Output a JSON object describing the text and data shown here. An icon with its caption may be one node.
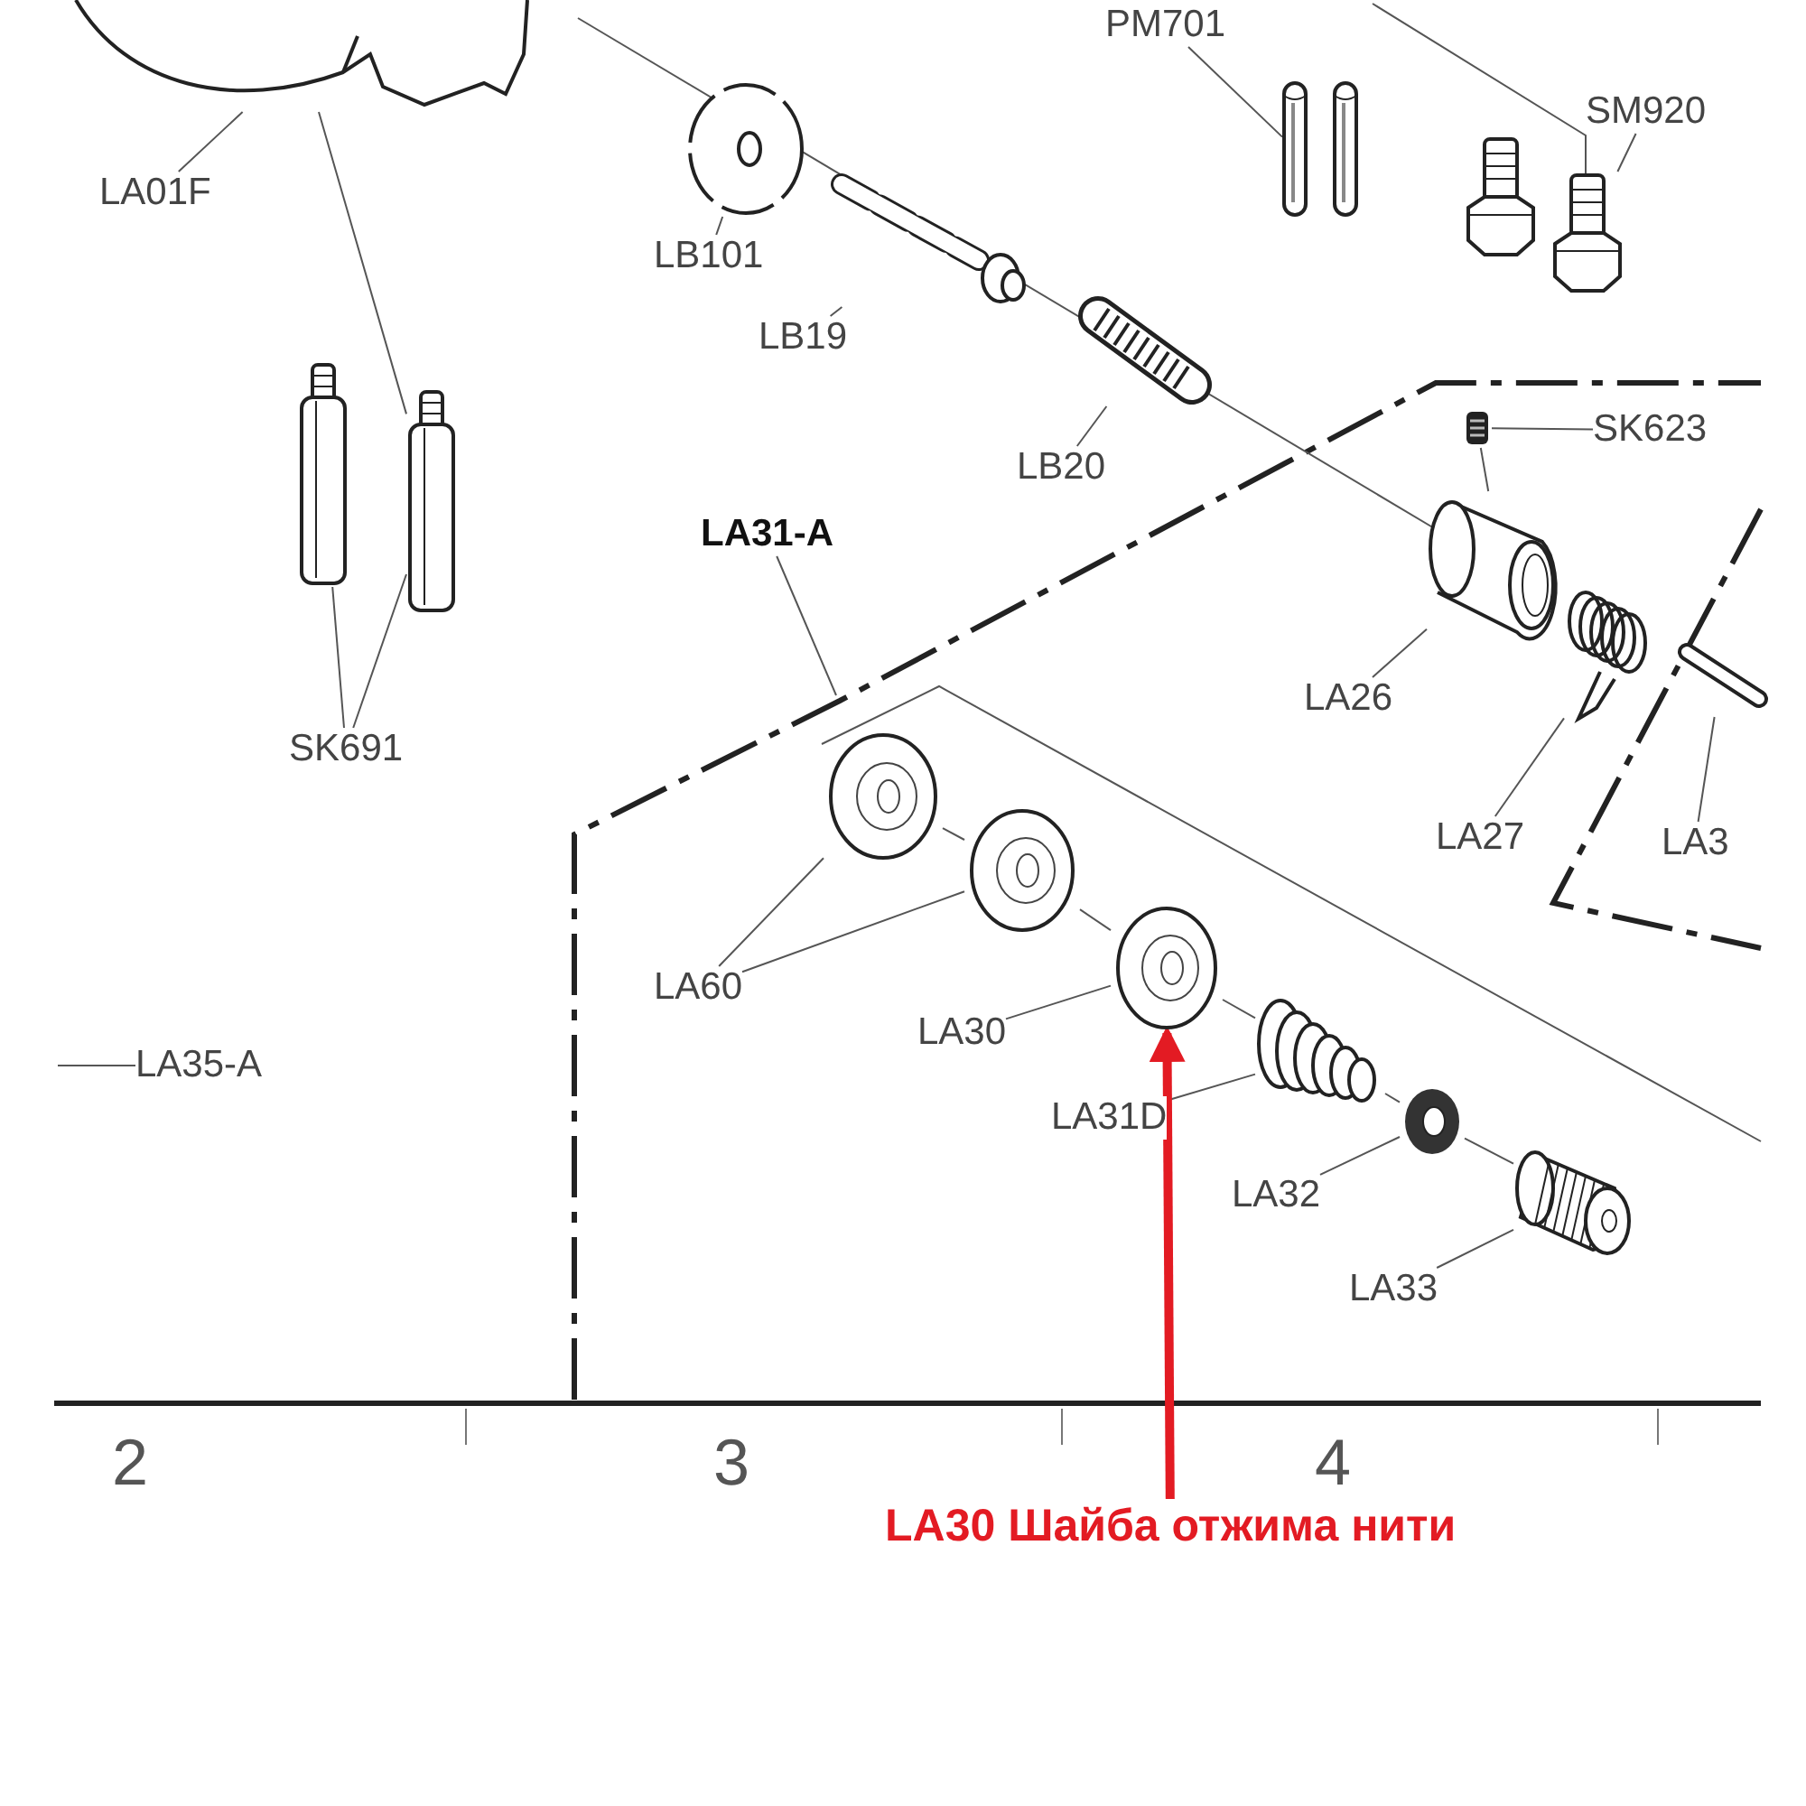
{
  "diagram": {
    "nodes": [
      {
        "text": [
          "LA01F"
        ]
      },
      {
        "text": [],
        "shape": "picture"
      },
      {
        "text": [
          "PM701"
        ]
      },
      {
        "text": [],
        "shape": "picture"
      },
      {
        "text": [
          "SM920"
        ]
      },
      {
        "text": [],
        "shape": "picture"
      },
      {
        "text": [
          "LB101"
        ]
      },
      {
        "text": [],
        "shape": "picture"
      },
      {
        "text": [
          "LB19"
        ]
      },
      {
        "text": [],
        "shape": "picture"
      },
      {
        "text": [
          "LB20"
        ]
      },
      {
        "text": [],
        "shape": "picture"
      },
      {
        "text": [
          "SK623"
        ]
      },
      {
        "text": [],
        "shape": "picture"
      },
      {
        "text": [
          "LA31-A"
        ]
      },
      {
        "text": [
          "SK691"
        ]
      },
      {
        "text": [],
        "shape": "picture"
      },
      {
        "text": [],
        "shape": "picture"
      },
      {
        "text": [
          "LA26"
        ]
      },
      {
        "text": [],
        "shape": "picture"
      },
      {
        "text": [
          "LA27"
        ]
      },
      {
        "text": [],
        "shape": "picture"
      },
      {
        "text": [
          "LA3"
        ]
      },
      {
        "text": [],
        "shape": "picture"
      },
      {
        "text": [
          "LA60"
        ]
      },
      {
        "text": [],
        "shape": "picture"
      },
      {
        "text": [],
        "shape": "picture"
      },
      {
        "text": [
          "LA30"
        ]
      },
      {
        "text": [],
        "shape": "picture"
      },
      {
        "text": [
          "LA35-A"
        ]
      },
      {
        "text": [
          "LA31D"
        ]
      },
      {
        "text": [],
        "shape": "picture"
      },
      {
        "text": [
          "LA32"
        ]
      },
      {
        "text": [],
        "shape": "picture"
      },
      {
        "text": [
          "LA33"
        ]
      },
      {
        "text": [],
        "shape": "picture"
      },
      {
        "text": [
          "LA30 Шайба отжима нити"
        ]
      }
    ],
    "edges": [
      {
        "from": 0,
        "to": 1,
        "arrow": "none"
      },
      {
        "from": 2,
        "to": 3,
        "arrow": "none"
      },
      {
        "from": 4,
        "to": 5,
        "arrow": "none"
      },
      {
        "from": 6,
        "to": 7,
        "arrow": "none"
      },
      {
        "from": 8,
        "to": 9,
        "arrow": "none"
      },
      {
        "from": 10,
        "to": 11,
        "arrow": "none"
      },
      {
        "from": 12,
        "to": 13,
        "arrow": "none"
      },
      {
        "from": 14,
        "to": null,
        "arrow": "none"
      },
      {
        "from": 15,
        "to": 16,
        "arrow": "none"
      },
      {
        "from": 15,
        "to": 17,
        "arrow": "none"
      },
      {
        "from": 18,
        "to": 19,
        "arrow": "none"
      },
      {
        "from": 20,
        "to": 21,
        "arrow": "none"
      },
      {
        "from": 22,
        "to": 23,
        "arrow": "none"
      },
      {
        "from": 24,
        "to": 25,
        "arrow": "none"
      },
      {
        "from": 24,
        "to": 26,
        "arrow": "none"
      },
      {
        "from": 27,
        "to": 28,
        "arrow": "none"
      },
      {
        "from": 29,
        "to": null,
        "arrow": "none"
      },
      {
        "from": 30,
        "to": 31,
        "arrow": "none"
      },
      {
        "from": 32,
        "to": 33,
        "arrow": "none"
      },
      {
        "from": 34,
        "to": 35,
        "arrow": "none"
      },
      {
        "from": 36,
        "to": 28,
        "arrow": "to",
        "style": "thick",
        "color": "#e31b23"
      },
      {
        "from": 1,
        "to": 17,
        "arrow": "none"
      },
      {
        "from": 13,
        "to": 19,
        "arrow": "none"
      },
      {
        "from": 25,
        "to": 26,
        "arrow": "none"
      },
      {
        "from": 26,
        "to": 28,
        "arrow": "none"
      },
      {
        "from": 28,
        "to": 31,
        "arrow": "none"
      },
      {
        "from": 31,
        "to": 33,
        "arrow": "none"
      },
      {
        "from": 33,
        "to": 35,
        "arrow": "none"
      }
    ],
    "labels": [
      "2",
      "3",
      "4"
    ]
  }
}
